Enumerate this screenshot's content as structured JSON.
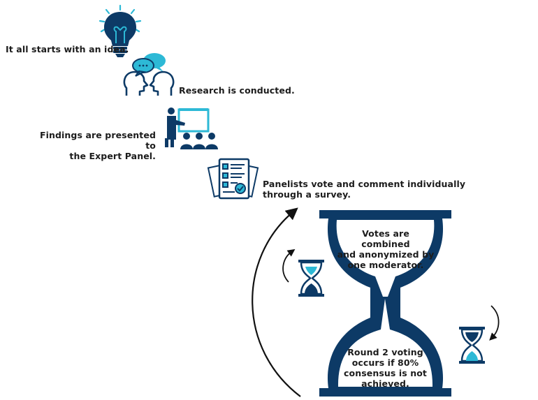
{
  "steps": [
    {
      "id": "idea",
      "lines": [
        "It all starts with an idea."
      ],
      "icon": "lightbulb-icon"
    },
    {
      "id": "research",
      "lines": [
        "Research is conducted."
      ],
      "icon": "discussion-heads-icon"
    },
    {
      "id": "present",
      "lines": [
        "Findings are presented to",
        "the Expert Panel."
      ],
      "icon": "presentation-icon"
    },
    {
      "id": "vote",
      "lines": [
        "Panelists vote and comment individually",
        "through a survey."
      ],
      "icon": "survey-documents-icon"
    }
  ],
  "hourglass": {
    "top_lines": [
      "Votes are combined",
      "and anonymized by",
      "one moderator."
    ],
    "bottom_lines": [
      "Round 2 voting",
      "occurs if 80%",
      "consensus is not",
      "achieved."
    ],
    "icon": "hourglass-icon"
  },
  "colors": {
    "navy": "#0d3a66",
    "cyan": "#2db9d6",
    "text": "#1c1c1c",
    "arrow": "#111111"
  }
}
